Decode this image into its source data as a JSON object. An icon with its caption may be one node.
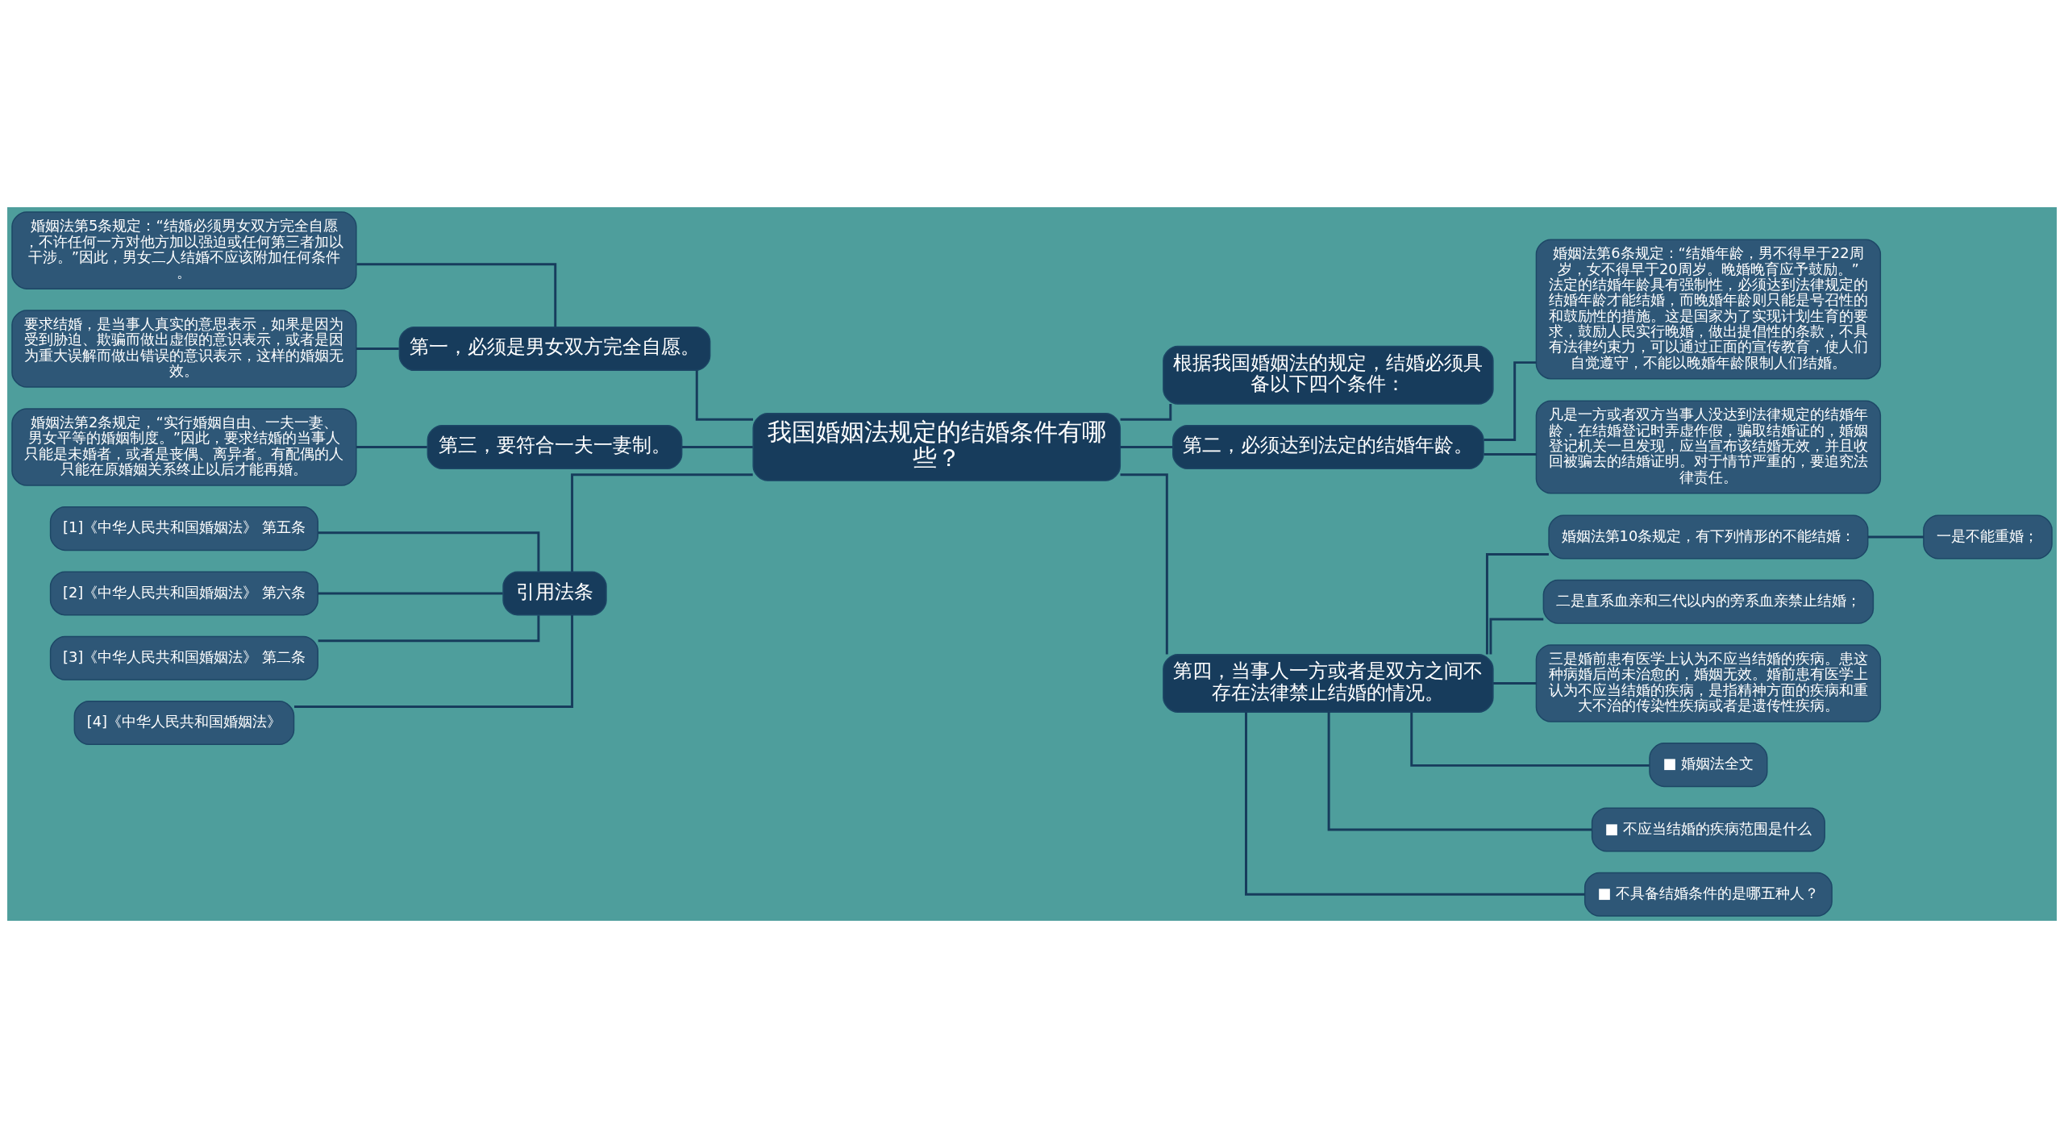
{
  "diagram": {
    "nodes": [
      {
        "text": [
          "我国婚姻法规定的结婚条件有哪些？"
        ]
      },
      {
        "text": [
          "根据我国婚姻法的规定，结婚必须具备以下四个条件："
        ]
      },
      {
        "text": [
          "第二，必须达到法定的结婚年龄。"
        ]
      },
      {
        "text": [
          "婚姻法第6条规定：“结婚年龄，男不得早于22周岁，女不得早于20周岁。晚婚晚育应予鼓励。”法定的结婚年龄具有强制性，必须达到法律规定的结婚年龄才能结婚，而晚婚年龄则只能是号召性的和鼓励性的措施。这是国家为了实现计划生育的要求，鼓励人民实行晚婚，做出提倡性的条款，不具有法律约束力，可以通过正面的宣传教育，使人们自觉遵守，不能以晚婚年龄限制人们结婚。"
        ]
      },
      {
        "text": [
          "凡是一方或者双方当事人没达到法律规定的结婚年龄，在结婚登记时弄虚作假，骗取结婚证的，婚姻登记机关一旦发现，应当宣布该结婚无效，并且收回被骗去的结婚证明。对于情节严重的，要追究法律责任。"
        ]
      },
      {
        "text": [
          "第四，当事人一方或者是双方之间不存在法律禁止结婚的情况。"
        ]
      },
      {
        "text": [
          "婚姻法第10条规定，有下列情形的不能结婚："
        ]
      },
      {
        "text": [
          "一是不能重婚；"
        ]
      },
      {
        "text": [
          "二是直系血亲和三代以内的旁系血亲禁止结婚；"
        ]
      },
      {
        "text": [
          "三是婚前患有医学上认为不应当结婚的疾病。患这种病婚后尚未治愈的，婚姻无效。婚前患有医学上认为不应当结婚的疾病，是指精神方面的疾病和重大不治的传染性疾病或者是遗传性疾病。"
        ]
      },
      {
        "text": [
          "■ 婚姻法全文"
        ]
      },
      {
        "text": [
          "■ 不应当结婚的疾病范围是什么"
        ]
      },
      {
        "text": [
          "■ 不具备结婚条件的是哪五种人？"
        ]
      },
      {
        "text": [
          "第一，必须是男女双方完全自愿。"
        ]
      },
      {
        "text": [
          "婚姻法第5条规定：“结婚必须男女双方完全自愿，不许任何一方对他方加以强迫或任何第三者加以干涉。”因此，男女二人结婚不应该附加任何条件。"
        ]
      },
      {
        "text": [
          "要求结婚，是当事人真实的意思表示，如果是因为受到胁迫、欺骗而做出虚假的意识表示，或者是因为重大误解而做出错误的意识表示，这样的婚姻无效。"
        ]
      },
      {
        "text": [
          "第三，要符合一夫一妻制。"
        ]
      },
      {
        "text": [
          "婚姻法第2条规定，“实行婚姻自由、一夫一妻、男女平等的婚姻制度。”因此，要求结婚的当事人只能是未婚者，或者是丧偶、离异者。有配偶的人只能在原婚姻关系终止以后才能再婚。"
        ]
      },
      {
        "text": [
          "引用法条"
        ]
      },
      {
        "text": [
          "[1]《中华人民共和国婚姻法》 第五条"
        ]
      },
      {
        "text": [
          "[2]《中华人民共和国婚姻法》 第六条"
        ]
      },
      {
        "text": [
          "[3]《中华人民共和国婚姻法》 第二条"
        ]
      },
      {
        "text": [
          "[4]《中华人民共和国婚姻法》"
        ]
      }
    ],
    "edges": [
      {
        "from": 0,
        "to": 1,
        "arrow": "none"
      },
      {
        "from": 0,
        "to": 2,
        "arrow": "none"
      },
      {
        "from": 2,
        "to": 3,
        "arrow": "none"
      },
      {
        "from": 2,
        "to": 4,
        "arrow": "none"
      },
      {
        "from": 0,
        "to": 5,
        "arrow": "none"
      },
      {
        "from": 5,
        "to": 6,
        "arrow": "none"
      },
      {
        "from": 6,
        "to": 7,
        "arrow": "none"
      },
      {
        "from": 5,
        "to": 8,
        "arrow": "none"
      },
      {
        "from": 5,
        "to": 9,
        "arrow": "none"
      },
      {
        "from": 5,
        "to": 10,
        "arrow": "none"
      },
      {
        "from": 5,
        "to": 11,
        "arrow": "none"
      },
      {
        "from": 5,
        "to": 12,
        "arrow": "none"
      },
      {
        "from": 0,
        "to": 13,
        "arrow": "none"
      },
      {
        "from": 13,
        "to": 14,
        "arrow": "none"
      },
      {
        "from": 13,
        "to": 15,
        "arrow": "none"
      },
      {
        "from": 0,
        "to": 16,
        "arrow": "none"
      },
      {
        "from": 16,
        "to": 17,
        "arrow": "none"
      },
      {
        "from": 0,
        "to": 18,
        "arrow": "none"
      },
      {
        "from": 18,
        "to": 19,
        "arrow": "none"
      },
      {
        "from": 18,
        "to": 20,
        "arrow": "none"
      },
      {
        "from": 18,
        "to": 21,
        "arrow": "none"
      },
      {
        "from": 18,
        "to": 22,
        "arrow": "none"
      }
    ]
  }
}
